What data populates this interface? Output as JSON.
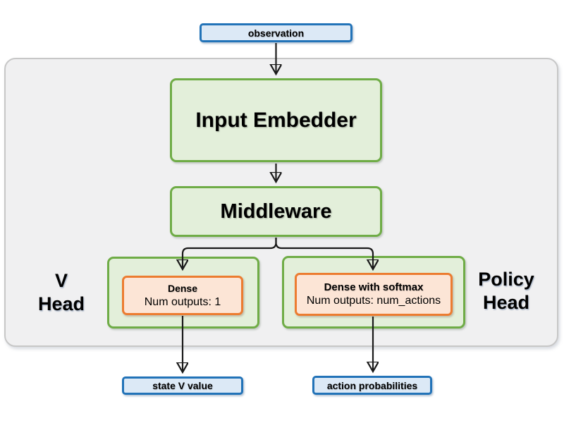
{
  "colors": {
    "blue_fill": "#DCE9F6",
    "blue_border": "#2273B8",
    "green_fill": "#E3EFDA",
    "green_border": "#6FAC46",
    "orange_fill": "#FCE5D6",
    "orange_border": "#EC7C30",
    "container_fill": "#F0F0F1",
    "container_border": "#C7C7C7",
    "arrow": "#1A1A1A",
    "text": "#000000"
  },
  "nodes": {
    "observation": {
      "label": "observation"
    },
    "input_embedder": {
      "label": "Input Embedder"
    },
    "middleware": {
      "label": "Middleware"
    },
    "v_head": {
      "title_lines": [
        "V",
        "Head"
      ],
      "layer": {
        "name": "Dense",
        "outputs": "Num outputs: 1"
      }
    },
    "policy_head": {
      "title_lines": [
        "Policy",
        "Head"
      ],
      "layer": {
        "name": "Dense with softmax",
        "outputs": "Num outputs: num_actions"
      }
    },
    "state_v_value": {
      "label": "state V value"
    },
    "action_probabilities": {
      "label": "action probabilities"
    }
  }
}
